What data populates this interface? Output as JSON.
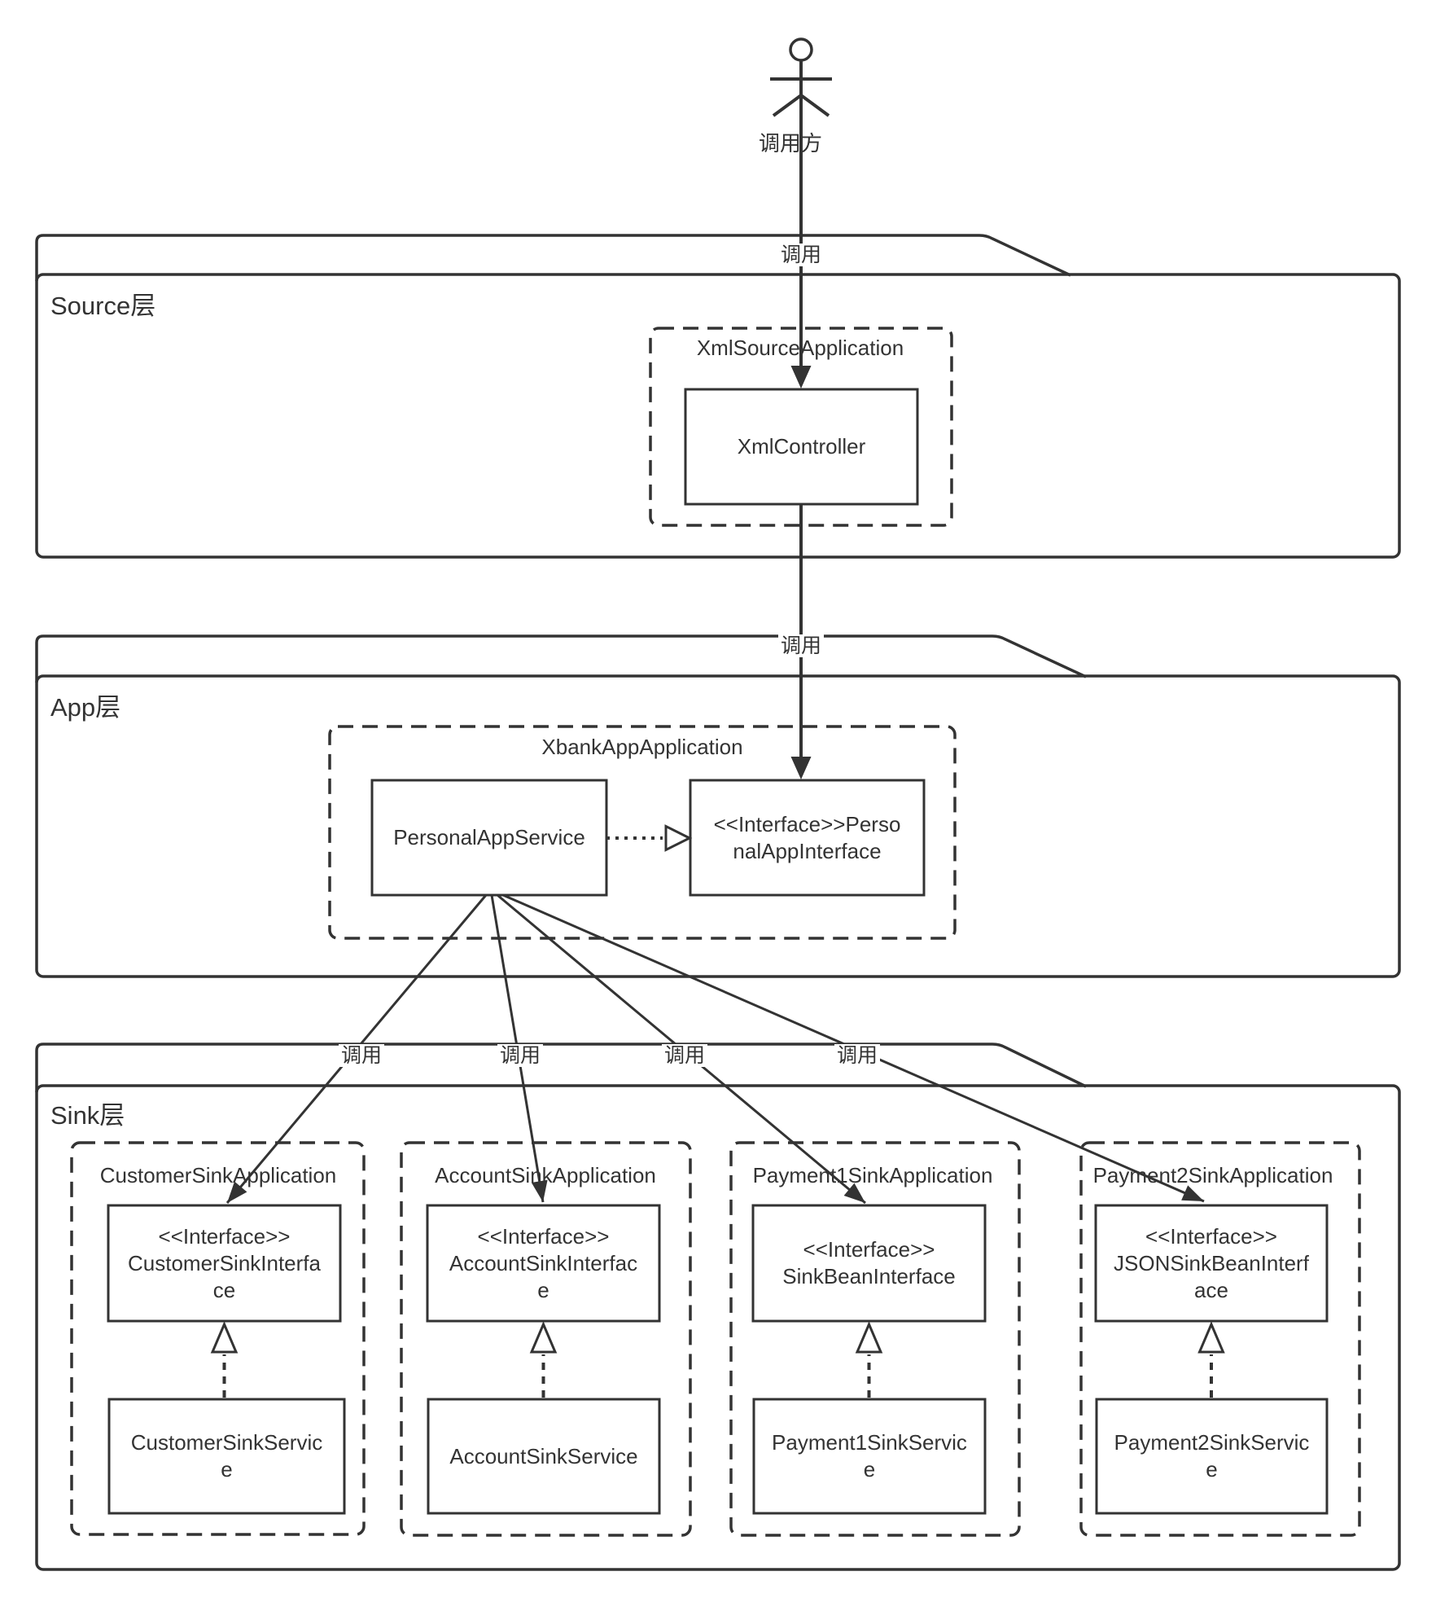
{
  "colors": {
    "line": "#333333",
    "text": "#333333",
    "background": "#ffffff"
  },
  "actor": {
    "label": "调用方"
  },
  "labels": {
    "call": "调用"
  },
  "source_layer": {
    "title": "Source层",
    "application": "XmlSourceApplication",
    "controller": "XmlController"
  },
  "app_layer": {
    "title": "App层",
    "application": "XbankAppApplication",
    "service": "PersonalAppService",
    "interface": "<<Interface>>Perso\nnalAppInterface"
  },
  "sink_layer": {
    "title": "Sink层",
    "applications": [
      {
        "name": "CustomerSinkApplication",
        "interface": "<<Interface>>\nCustomerSinkInterfa\nce",
        "service": "CustomerSinkServic\ne"
      },
      {
        "name": "AccountSinkApplication",
        "interface": "<<Interface>>\nAccountSinkInterfac\ne",
        "service": "AccountSinkService"
      },
      {
        "name": "Payment1SinkApplication",
        "interface": "<<Interface>>\nSinkBeanInterface",
        "service": "Payment1SinkServic\ne"
      },
      {
        "name": "Payment2SinkApplication",
        "interface": "<<Interface>>\nJSONSinkBeanInterf\nace",
        "service": "Payment2SinkServic\ne"
      }
    ]
  }
}
